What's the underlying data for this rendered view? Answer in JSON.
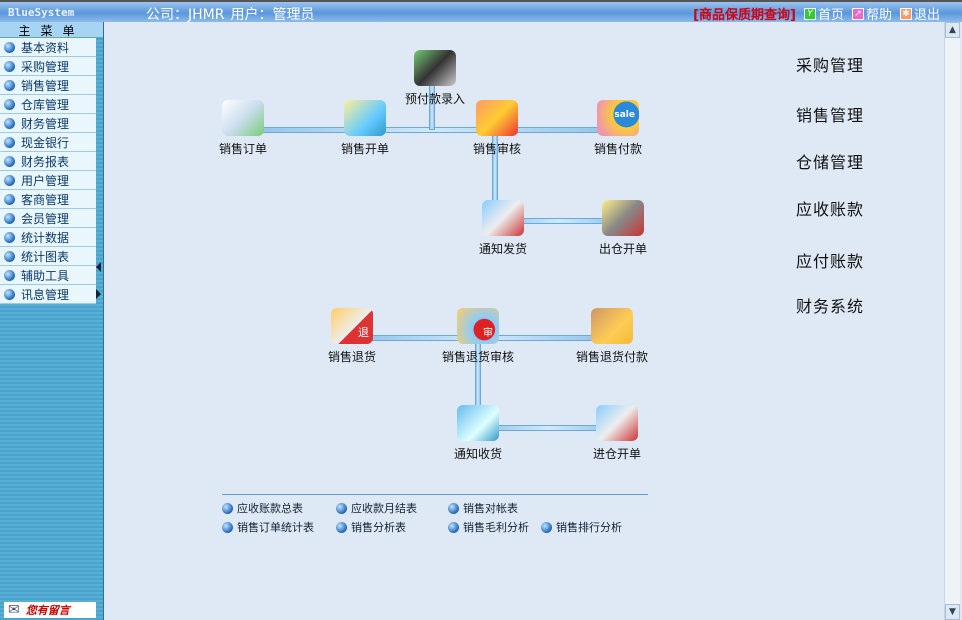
{
  "header": {
    "brand": "BlueSystem",
    "company_label": "公司：JHMR",
    "user_label": "用户：管理员",
    "warranty_link": "[商品保质期查询]",
    "home": "首页",
    "help": "帮助",
    "logout": "退出"
  },
  "sidebar": {
    "title": "主菜单",
    "items": [
      "基本资料",
      "采购管理",
      "销售管理",
      "仓库管理",
      "财务管理",
      "现金银行",
      "财务报表",
      "用户管理",
      "客商管理",
      "会员管理",
      "统计数据",
      "统计图表",
      "辅助工具",
      "讯息管理"
    ],
    "message": "您有留言"
  },
  "flow": {
    "sales_order": "销售订单",
    "sales_invoice": "销售开单",
    "prepayment": "预付款录入",
    "sales_audit": "销售审核",
    "sales_payment": "销售付款",
    "ship_notice": "通知发货",
    "outbound": "出仓开单",
    "sales_return": "销售退货",
    "return_audit": "销售退货审核",
    "return_payment": "销售退货付款",
    "receive_notice": "通知收货",
    "inbound": "进仓开单",
    "return_icon_text": "退",
    "audit_icon_text": "审",
    "sale_icon_text": "sale"
  },
  "modules": [
    "采购管理",
    "销售管理",
    "仓储管理",
    "应收账款",
    "应付账款",
    "财务系统"
  ],
  "reports": [
    "应收账款总表",
    "应收款月结表",
    "销售对帐表",
    "销售订单统计表",
    "销售分析表",
    "销售毛利分析",
    "销售排行分析"
  ]
}
